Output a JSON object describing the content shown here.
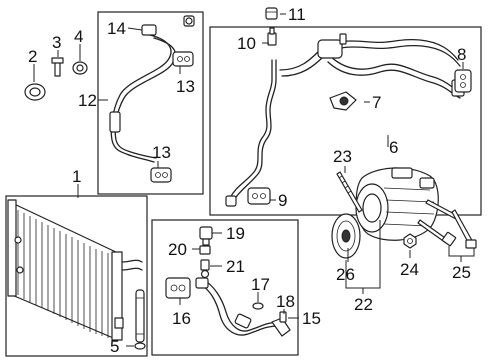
{
  "callouts": {
    "c1": "1",
    "c2": "2",
    "c3": "3",
    "c4": "4",
    "c5": "5",
    "c6": "6",
    "c7": "7",
    "c8": "8",
    "c9": "9",
    "c10": "10",
    "c11": "11",
    "c12": "12",
    "c13a": "13",
    "c13b": "13",
    "c14": "14",
    "c15": "15",
    "c16": "16",
    "c17": "17",
    "c18": "18",
    "c19": "19",
    "c20": "20",
    "c21": "21",
    "c22": "22",
    "c23": "23",
    "c24": "24",
    "c25": "25",
    "c26": "26"
  }
}
